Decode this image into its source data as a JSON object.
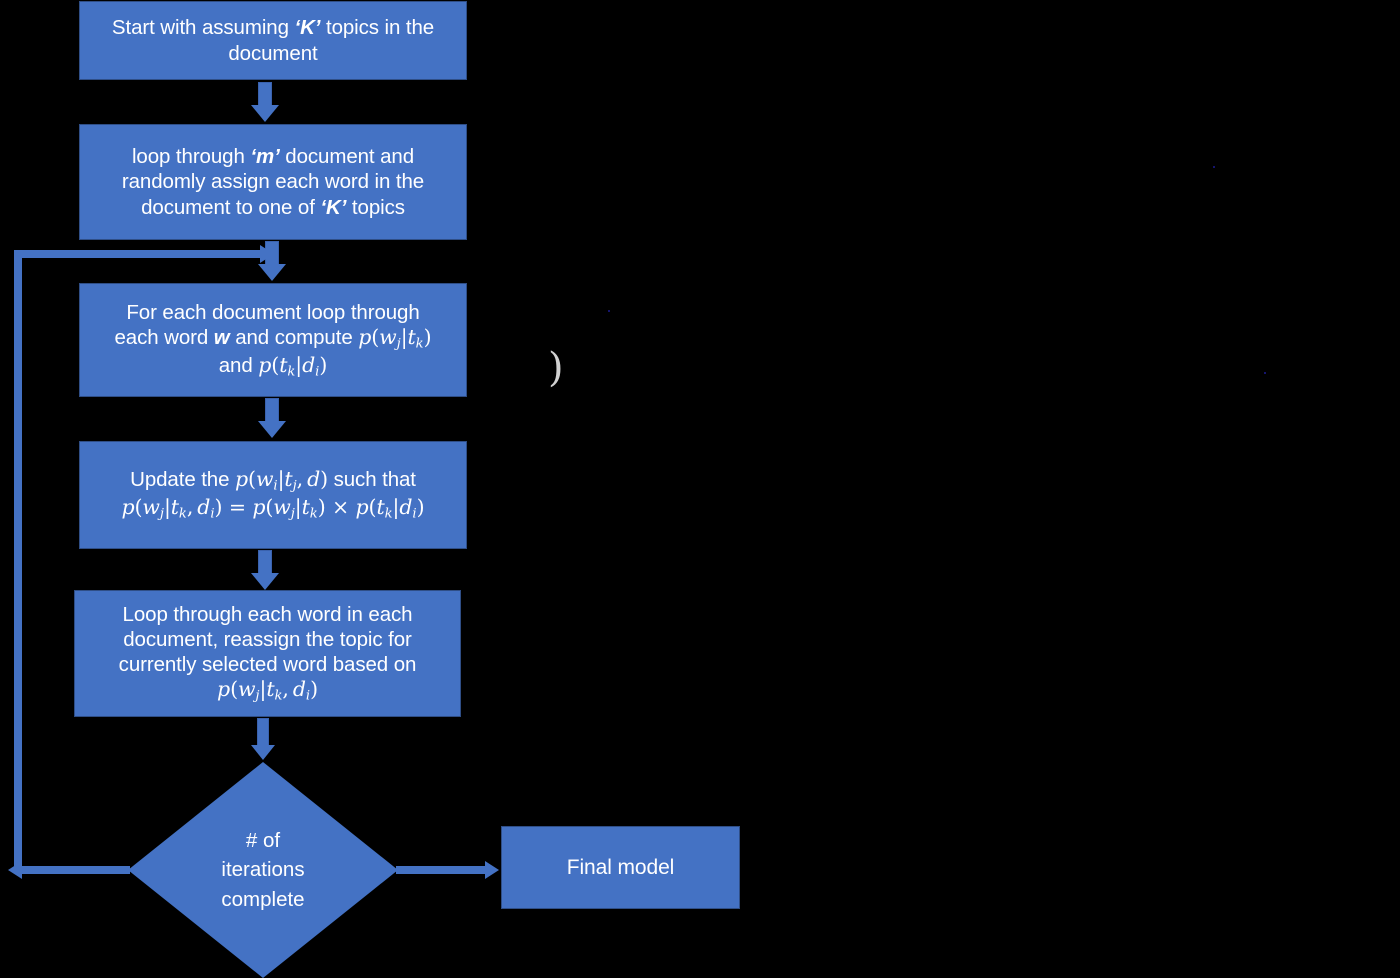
{
  "diagram": {
    "title": "LDA topic-modelling flowchart",
    "type": "flowchart",
    "colors": {
      "node_fill": "#4472C4",
      "node_border": "#2F4E86",
      "connector": "#4472C4",
      "text": "#FFFFFF",
      "background": "#000000"
    },
    "nodes": [
      {
        "id": "start",
        "shape": "process",
        "text": "Start with assuming 'K' topics in the document",
        "text_parts": [
          "Start with assuming '",
          "K",
          "' topics in the document"
        ]
      },
      {
        "id": "loop-docs",
        "shape": "process",
        "text": "loop through 'm' document and randomly assign each word in the document to one of 'K' topics"
      },
      {
        "id": "compute",
        "shape": "process",
        "text": "For each document  loop through each word w and compute p(w_j|t_k) and p(t_k|d_i)"
      },
      {
        "id": "update",
        "shape": "process",
        "text": "Update the p(w_i|t_j,d) such that p(w_j|t_k,d_i) = p(w_j|t_k) × p(t_k|d_i)"
      },
      {
        "id": "reassign",
        "shape": "process",
        "text": "Loop through each word in each document, reassign the topic for currently selected word based on p(w_j|t_k,d_i)"
      },
      {
        "id": "decision",
        "shape": "diamond",
        "text": "# of iterations complete",
        "lines": [
          "# of",
          "iterations",
          "complete"
        ]
      },
      {
        "id": "final",
        "shape": "process",
        "text": "Final model"
      }
    ],
    "edges": [
      {
        "from": "start",
        "to": "loop-docs",
        "style": "block-arrow-down"
      },
      {
        "from": "loop-docs",
        "to": "compute",
        "style": "block-arrow-down"
      },
      {
        "from": "compute",
        "to": "update",
        "style": "block-arrow-down"
      },
      {
        "from": "update",
        "to": "reassign",
        "style": "block-arrow-down"
      },
      {
        "from": "reassign",
        "to": "decision",
        "style": "block-arrow-down"
      },
      {
        "from": "decision",
        "to": "final",
        "style": "line-arrow-right"
      },
      {
        "from": "decision",
        "to": "compute",
        "style": "feedback-loop-left"
      }
    ],
    "labels": {
      "start_prefix": "Start with assuming ",
      "start_k": "‘K’",
      "start_suffix": " topics in the",
      "start_line2": "document",
      "loop_prefix": "loop through ",
      "loop_m": "‘m’",
      "loop_suffix": " document and",
      "loop_line2": "randomly assign each word in the",
      "loop_line3a": "document to one of ",
      "loop_k": "‘K’",
      "loop_line3b": " topics",
      "compute_line1": "For each document  loop through",
      "compute_line2a": "each word ",
      "compute_w": "w",
      "compute_line2b": " and compute ",
      "compute_line3a": "and ",
      "update_line1a": "Update the ",
      "update_line1b": " such that",
      "reassign_line1": "Loop through each word in each",
      "reassign_line2": "document, reassign the topic for",
      "reassign_line3": "currently selected word based on",
      "decision_l1": "# of",
      "decision_l2": "iterations",
      "decision_l3": "complete",
      "final_label": "Final model",
      "artifact_glyph": ")"
    },
    "formulas": {
      "p_wj_tk": "p(w_j|t_k)",
      "p_tk_di": "p(t_k|d_i)",
      "p_wi_tj_d": "p(w_i|t_j,d)",
      "update_eq": "p(w_j|t_k,d_i) = p(w_j|t_k) × p(t_k|d_i)",
      "p_wj_tk_di": "p(w_j|t_k,d_i)"
    }
  }
}
